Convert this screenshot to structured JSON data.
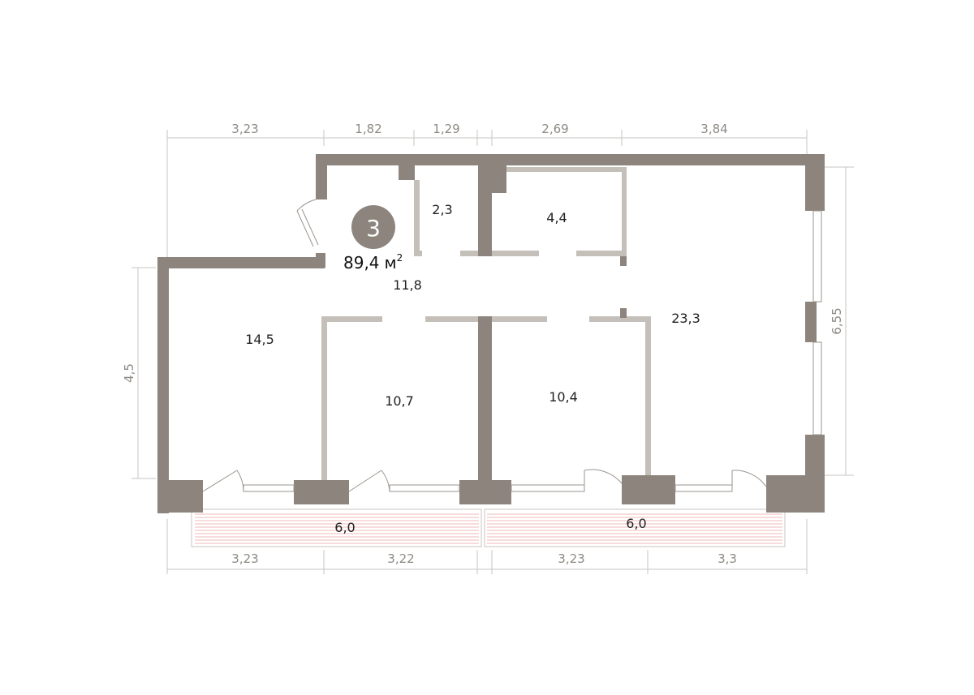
{
  "colors": {
    "wall": "#8d857d",
    "partition": "#c4bfb9",
    "dimension": "#8e8a84",
    "balcony_lines": "#f2b8b8",
    "badge": "#8d857d"
  },
  "apartment": {
    "rooms_count": "3",
    "total_area": "89,4",
    "unit": "м",
    "unit_sup": "2"
  },
  "rooms": {
    "bathroom_small": "2,3",
    "bathroom": "4,4",
    "hall": "11,8",
    "bedroom_left": "14,5",
    "bedroom_middle": "10,7",
    "bedroom_right": "10,4",
    "living": "23,3",
    "balcony_left": "6,0",
    "balcony_right": "6,0"
  },
  "dimensions": {
    "top": [
      "3,23",
      "1,82",
      "1,29",
      "2,69",
      "3,84"
    ],
    "bottom": [
      "3,23",
      "3,22",
      "3,23",
      "3,3"
    ],
    "left": "4,5",
    "right": "6,55"
  }
}
